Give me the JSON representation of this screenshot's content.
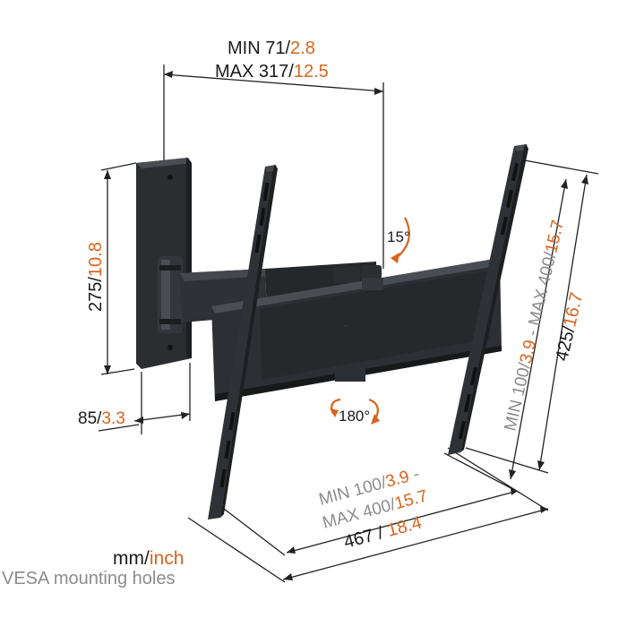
{
  "colors": {
    "dark": "#1a1a1a",
    "accent": "#d9641e",
    "gray": "#8c8c8c",
    "mount": "#2b2d2f",
    "line": "#222222"
  },
  "dimensions": {
    "depth": {
      "min_label": "MIN 71/",
      "min_inch": "2.8",
      "max_label": "MAX 317/",
      "max_inch": "12.5"
    },
    "wall_plate_height": {
      "mm": "275/",
      "inch": "10.8"
    },
    "wall_plate_width": {
      "mm": "85/",
      "inch": "3.3"
    },
    "tilt": {
      "label": "15°"
    },
    "rotation": {
      "label": "180°"
    },
    "vesa_vertical": {
      "min_label": "MIN 100/",
      "min_inch": "3.9",
      "sep": " - ",
      "max_label": "MAX 400/",
      "max_inch": "15.7"
    },
    "bracket_height": {
      "mm": "425/",
      "inch": "16.7"
    },
    "vesa_horizontal": {
      "min_label": "MIN 100/",
      "min_inch": "3.9",
      "sep": " -",
      "max_label": "MAX 400/",
      "max_inch": "15.7"
    },
    "bracket_width": {
      "mm": "467",
      "sep": " / ",
      "inch": "18.4"
    }
  },
  "legend": {
    "unit_mm": "mm",
    "unit_sep": "/",
    "unit_inch": "inch",
    "vesa_note": "VESA mounting holes"
  }
}
